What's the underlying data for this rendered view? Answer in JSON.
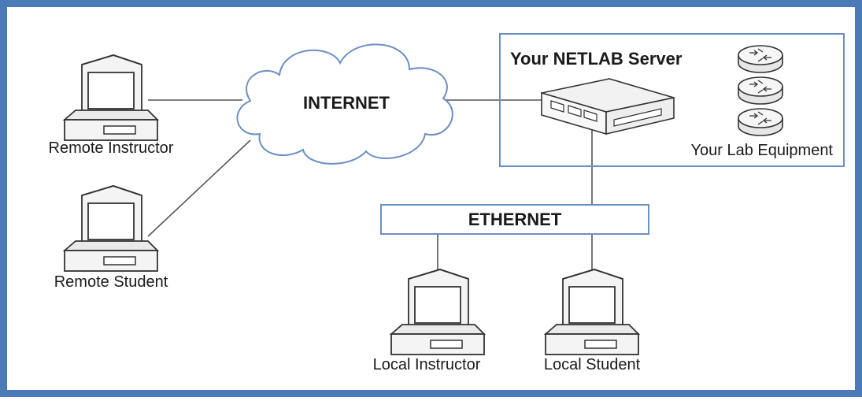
{
  "colors": {
    "frame": "#4a7ab8",
    "accent_blue": "#6b8fc4",
    "line": "#555555",
    "device_fill": "#f4f4f4",
    "device_stroke": "#333333"
  },
  "labels": {
    "internet": "INTERNET",
    "ethernet": "ETHERNET",
    "server_box_title": "Your NETLAB Server",
    "lab_equipment": "Your Lab Equipment",
    "remote_instructor": "Remote Instructor",
    "remote_student": "Remote Student",
    "local_instructor": "Local Instructor",
    "local_student": "Local Student"
  },
  "icons": {
    "computer": "computer-icon",
    "cloud": "cloud-icon",
    "server": "server-appliance-icon",
    "router": "router-icon"
  }
}
